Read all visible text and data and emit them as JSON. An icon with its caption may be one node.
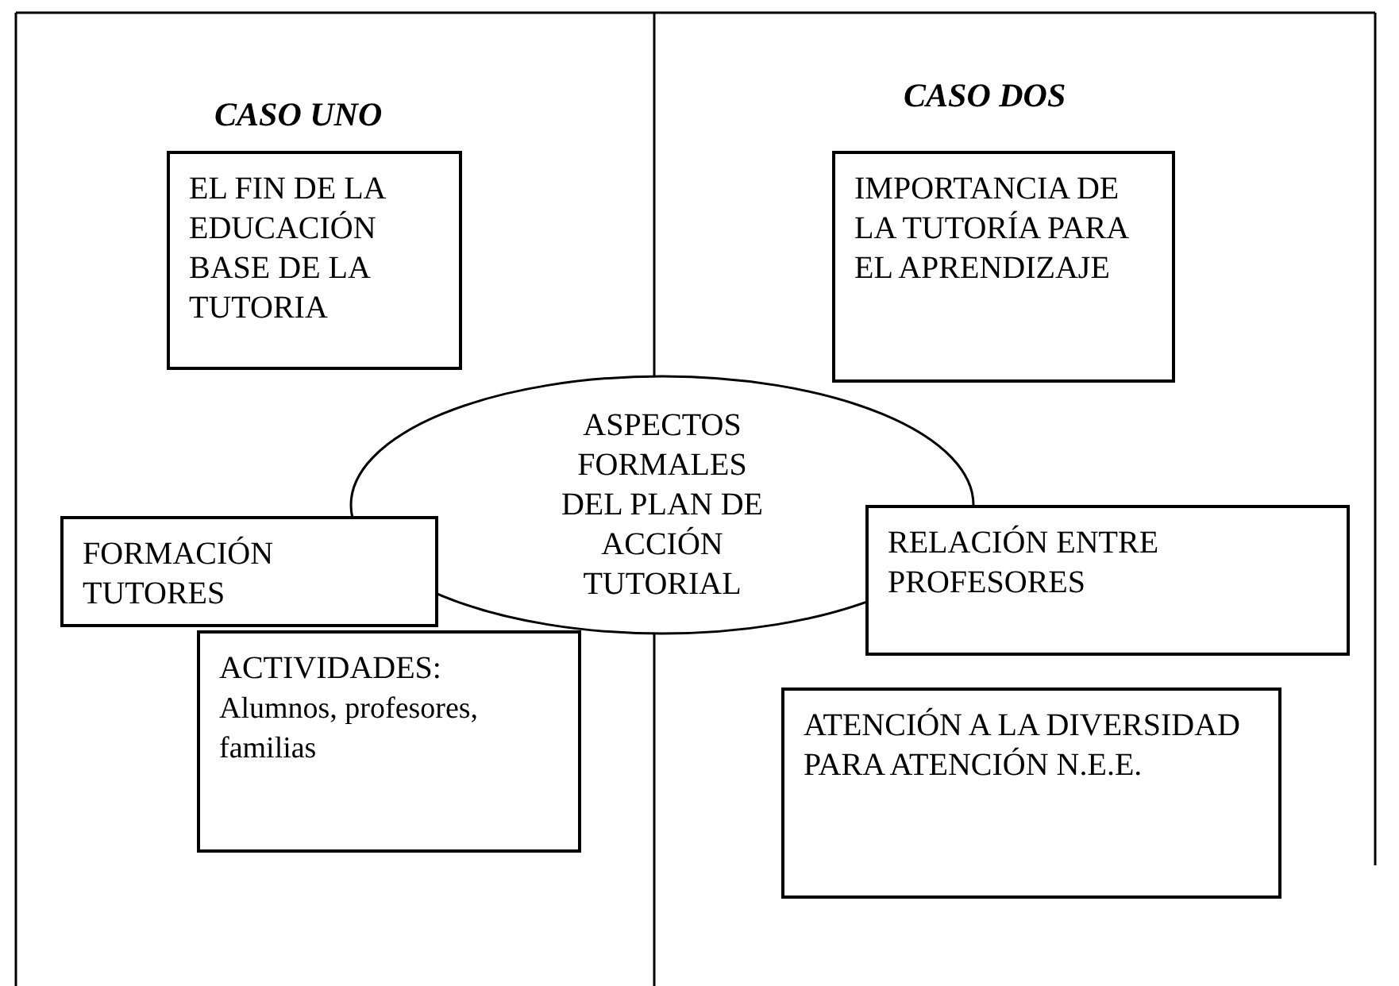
{
  "diagram": {
    "nodes": [
      {
        "text": [
          "EL FIN DE LA EDUCACIÓN BASE DE LA TUTORIA"
        ]
      },
      {
        "text": [
          "IMPORTANCIA DE LA TUTORÍA PARA EL APRENDIZAJE"
        ]
      },
      {
        "text": [
          "ASPECTOS FORMALES DEL PLAN DE ACCIÓN TUTORIAL"
        ]
      },
      {
        "text": [
          "FORMACIÓN TUTORES"
        ]
      },
      {
        "text": [
          "RELACIÓN ENTRE PROFESORES"
        ]
      },
      {
        "text": [
          "ACTIVIDADES:",
          "Alumnos, profesores, familias"
        ]
      },
      {
        "text": [
          "ATENCIÓN A LA DIVERSIDAD PARA ATENCIÓN N.E.E."
        ]
      }
    ],
    "edges": [],
    "labels": [
      "CASO UNO",
      "CASO DOS"
    ]
  }
}
